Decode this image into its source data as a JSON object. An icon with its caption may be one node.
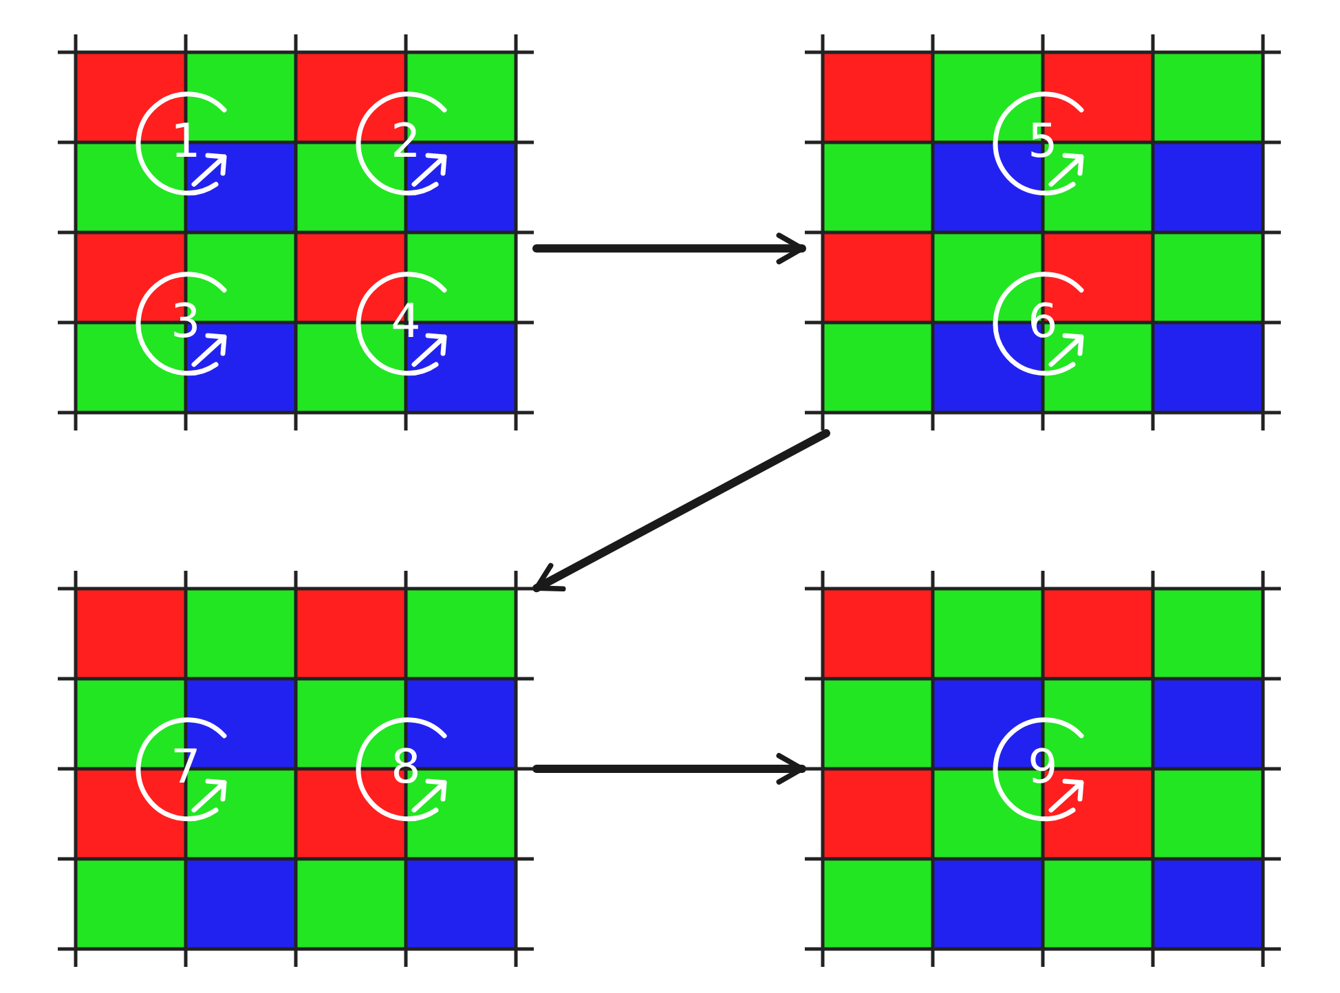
{
  "diagram": {
    "nodes": [
      {
        "text": [
          "1",
          "2",
          "3",
          "4"
        ]
      },
      {
        "text": [
          "5",
          "6"
        ]
      },
      {
        "text": [
          "7",
          "8"
        ]
      },
      {
        "text": [
          "9"
        ]
      }
    ],
    "edges": [
      {
        "from": 0,
        "to": 1,
        "arrow": "to"
      },
      {
        "from": 1,
        "to": 2,
        "arrow": "to"
      },
      {
        "from": 2,
        "to": 3,
        "arrow": "to"
      }
    ]
  }
}
